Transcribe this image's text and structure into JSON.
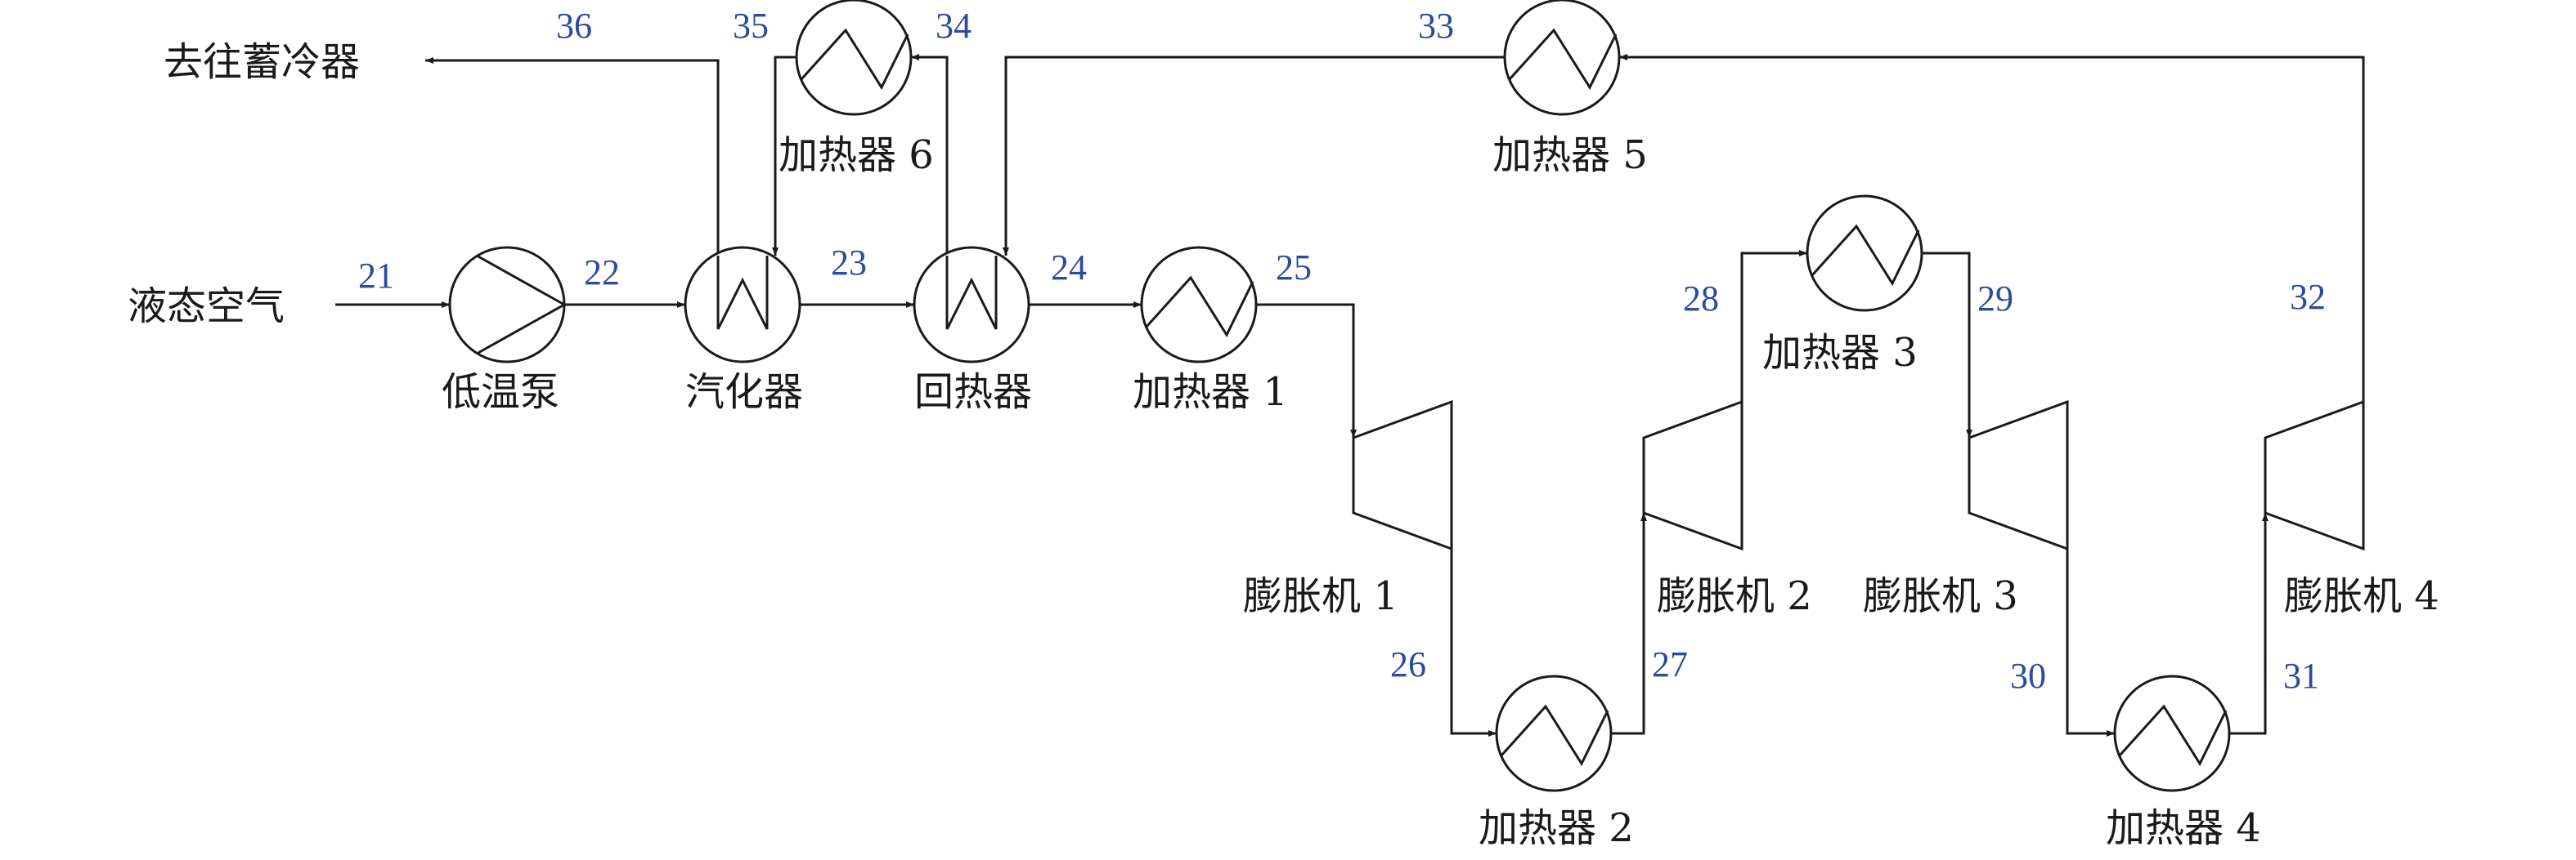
{
  "labels": {
    "liquid_air": "液态空气",
    "to_cold_storage": "去往蓄冷器",
    "pump": "低温泵",
    "vaporizer": "汽化器",
    "recuperator": "回热器",
    "heater1": "加热器 1",
    "heater2": "加热器 2",
    "heater3": "加热器 3",
    "heater4": "加热器 4",
    "heater5": "加热器 5",
    "heater6": "加热器 6",
    "expander1": "膨胀机 1",
    "expander2": "膨胀机 2",
    "expander3": "膨胀机 3",
    "expander4": "膨胀机 4"
  },
  "streams": {
    "s21": "21",
    "s22": "22",
    "s23": "23",
    "s24": "24",
    "s25": "25",
    "s26": "26",
    "s27": "27",
    "s28": "28",
    "s29": "29",
    "s30": "30",
    "s31": "31",
    "s32": "32",
    "s33": "33",
    "s34": "34",
    "s35": "35",
    "s36": "36"
  },
  "colors": {
    "line": "#1a1a1a",
    "stream_number": "#2e4a9e"
  }
}
